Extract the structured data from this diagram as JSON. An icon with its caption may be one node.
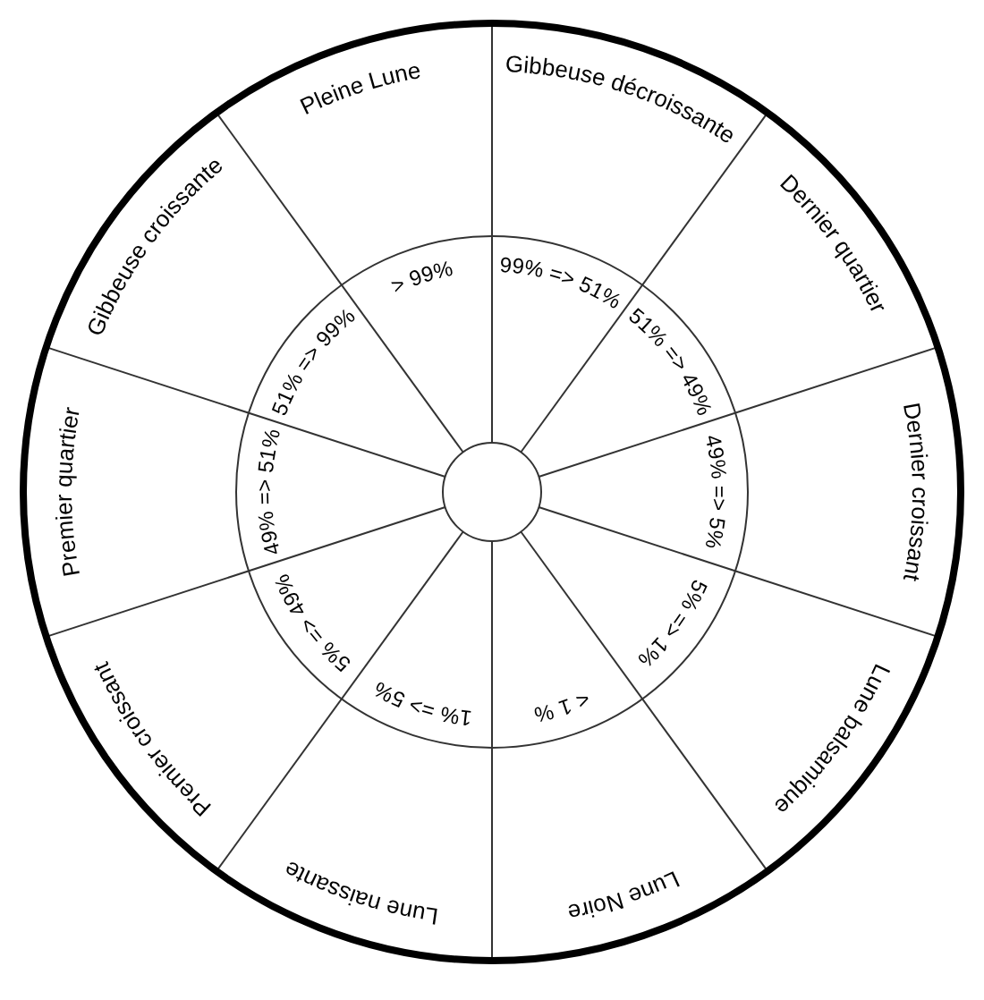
{
  "diagram": {
    "nodes": [
      {
        "text": [
          "Pleine Lune"
        ]
      },
      {
        "text": [
          "> 99%"
        ]
      },
      {
        "text": [
          "Gibbeuse décroissante"
        ]
      },
      {
        "text": [
          "99% => 51%"
        ]
      },
      {
        "text": [
          "Dernier quartier"
        ]
      },
      {
        "text": [
          "51% => 49%"
        ]
      },
      {
        "text": [
          "Dernier croissant"
        ]
      },
      {
        "text": [
          "49% => 5%"
        ]
      },
      {
        "text": [
          "Lune balsamique"
        ]
      },
      {
        "text": [
          "5% => 1%"
        ]
      },
      {
        "text": [
          "Lune Noire"
        ]
      },
      {
        "text": [
          "< 1 %"
        ]
      },
      {
        "text": [
          "Lune naissante"
        ]
      },
      {
        "text": [
          "1% => 5%"
        ]
      },
      {
        "text": [
          "Premier croissant"
        ]
      },
      {
        "text": [
          "5% => 49%"
        ]
      },
      {
        "text": [
          "Premier quartier"
        ]
      },
      {
        "text": [
          "49% => 51%"
        ]
      },
      {
        "text": [
          "Gibbeuse croissante"
        ]
      },
      {
        "text": [
          "51% => 99%"
        ]
      }
    ]
  }
}
